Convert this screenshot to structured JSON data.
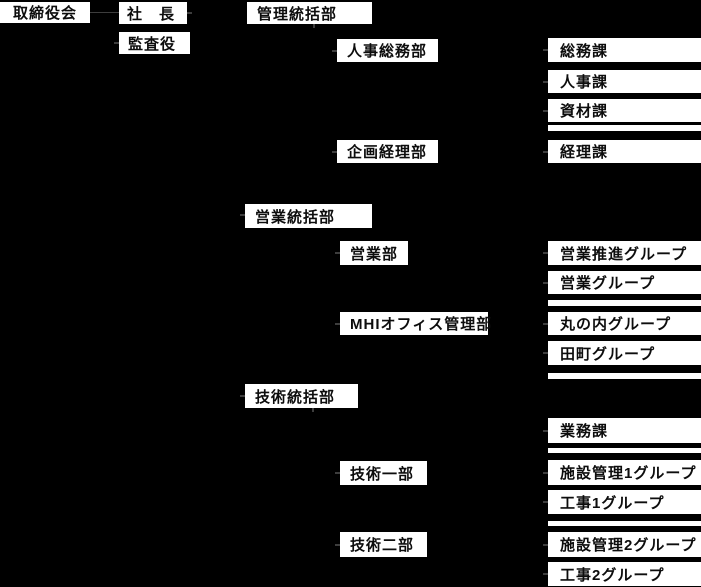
{
  "chart_title": "organization-chart",
  "colors": {
    "background": "#000000",
    "node_background": "#ffffff",
    "node_text": "#0d0d0d",
    "connector_remnant": "#3d3d3d"
  },
  "nodes": {
    "board": "取締役会",
    "president": "社　長",
    "auditor": "監査役",
    "admin_div": "管理統括部",
    "hr_general_dept": "人事総務部",
    "general_affairs_sec": "総務課",
    "hr_sec": "人事課",
    "materials_sec": "資材課",
    "planning_accounting_dept": "企画経理部",
    "accounting_sec": "経理課",
    "sales_div": "営業統括部",
    "sales_dept": "営業部",
    "sales_promotion_group": "営業推進グループ",
    "sales_group": "営業グループ",
    "mhi_office_dept": "MHIオフィス管理部",
    "marunouchi_group": "丸の内グループ",
    "tamachi_group": "田町グループ",
    "tech_div": "技術統括部",
    "operations_sec": "業務課",
    "tech_dept1": "技術一部",
    "facility_mgmt1_group": "施設管理1グループ",
    "construction1_group": "工事1グループ",
    "tech_dept2": "技術二部",
    "facility_mgmt2_group": "施設管理2グループ",
    "construction2_group": "工事2グループ"
  }
}
